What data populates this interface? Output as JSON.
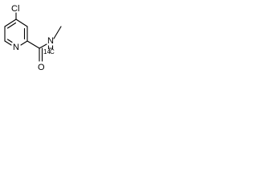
{
  "molecule": {
    "atoms": {
      "chlorine": "Cl",
      "ring_nitrogen": "N",
      "amide_oxygen": "O",
      "amide_nitrogen": "N",
      "amide_hydrogen": "H",
      "isotope_label": "14",
      "isotope_carbon": "C"
    }
  },
  "colors": {
    "bond": "#000000",
    "text": "#000000",
    "background": "#ffffff"
  }
}
